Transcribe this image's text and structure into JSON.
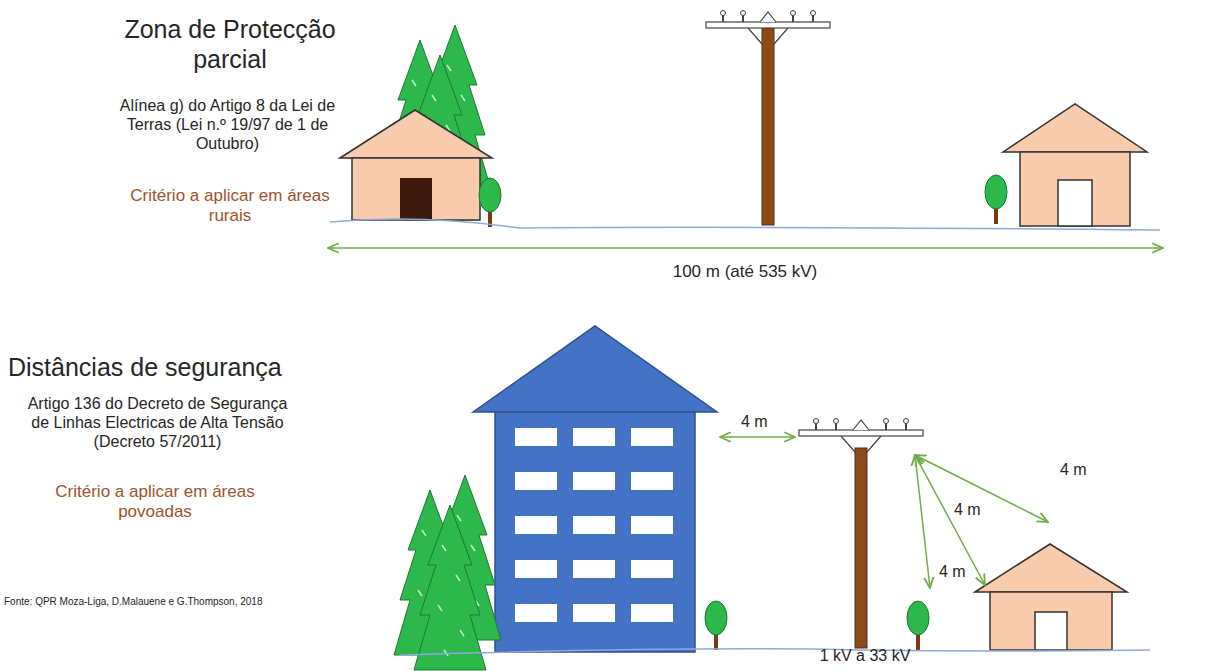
{
  "diagram": {
    "caption": "Fonte: QPR Moza-Liga, D.Malauene e G.Thompson, 2018",
    "labels": [
      "Zona de Protecção parcial",
      "Alínea g) do Artigo 8 da Lei de Terras (Lei n.º 19/97 de 1 de Outubro)",
      "Critério a aplicar em áreas rurais",
      "100 m (até 535 kV)",
      "Distâncias de segurança",
      "Artigo 136 do Decreto de Segurança de Linhas Electricas de Alta Tensão (Decreto 57/2011)",
      "Critério a aplicar em áreas povoadas",
      "4 m",
      "4 m",
      "4 m",
      "4 m",
      "1 kV a 33 kV"
    ]
  }
}
